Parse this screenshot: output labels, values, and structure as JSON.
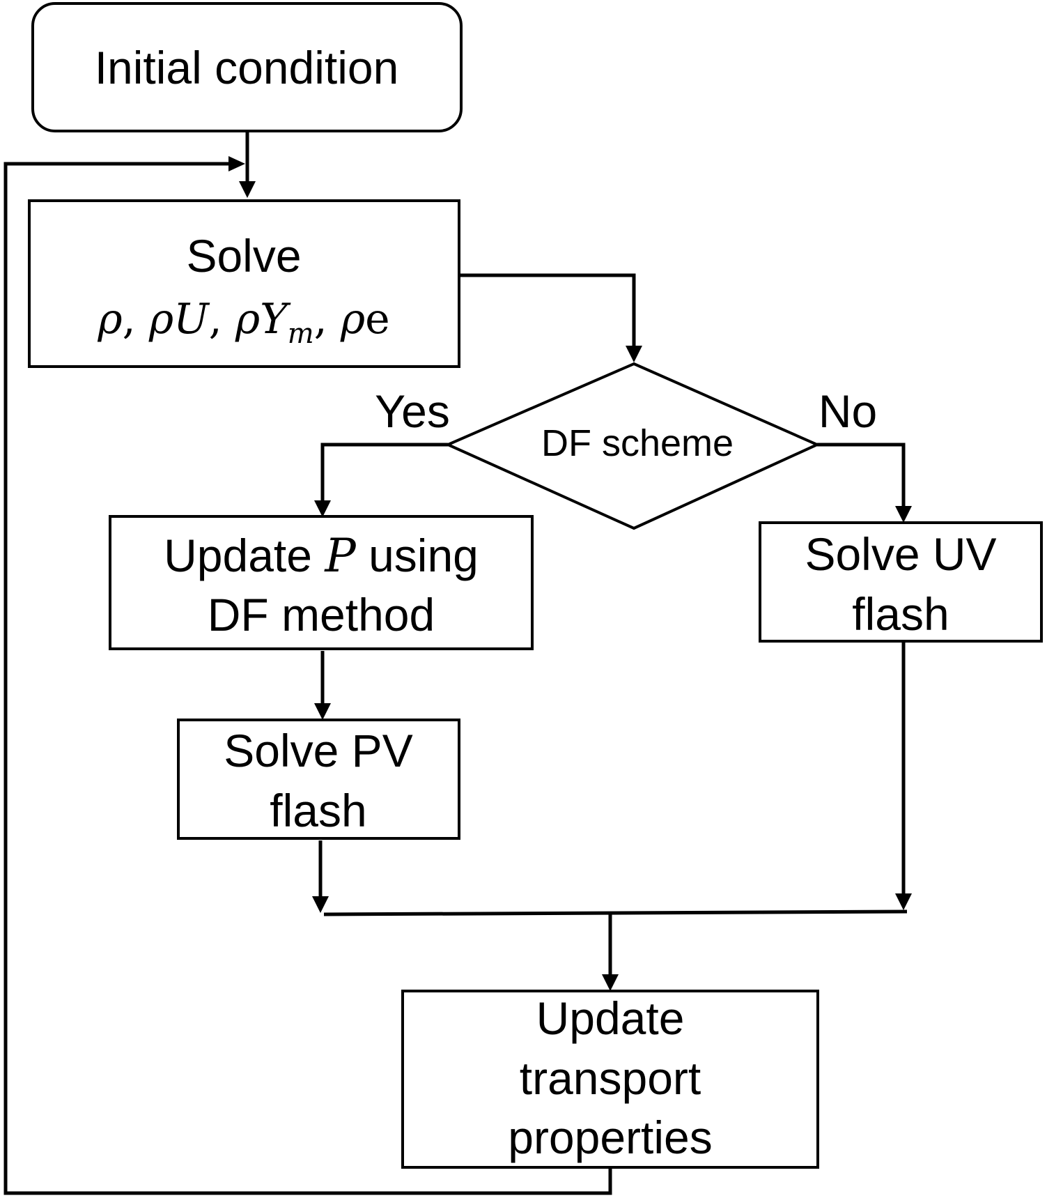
{
  "nodes": {
    "initial": {
      "label": "Initial condition"
    },
    "solve_conservative": {
      "title": "Solve",
      "variables": {
        "rho": "ρ",
        "sep": ", ",
        "rho_u": "ρU",
        "rho_y": "ρY",
        "subscript_m": "m",
        "rho_e_rho": "ρ",
        "rho_e_e": "e"
      }
    },
    "decision": {
      "label": "DF scheme",
      "yes_label": "Yes",
      "no_label": "No"
    },
    "update_p": {
      "line1_before": "Update ",
      "line1_var": "P",
      "line1_after": " using",
      "line2": "DF method"
    },
    "solve_uv": {
      "line1": "Solve UV",
      "line2": "flash"
    },
    "solve_pv": {
      "line1": "Solve PV",
      "line2": "flash"
    },
    "update_transport": {
      "line1": "Update",
      "line2": "transport",
      "line3": "properties"
    }
  }
}
